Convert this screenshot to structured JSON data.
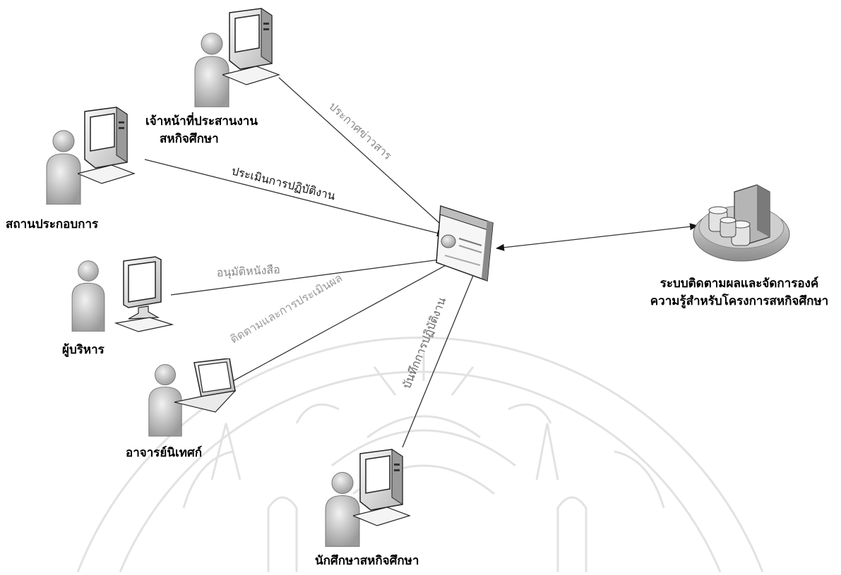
{
  "nodes": {
    "coordinator": {
      "line1": "เจ้าหน้าที่ประสานงาน",
      "line2": "สหกิจศึกษา",
      "icon": "person-desktop-computer-icon"
    },
    "establishment": {
      "label": "สถานประกอบการ",
      "icon": "person-desktop-computer-icon"
    },
    "executive": {
      "label": "ผู้บริหาร",
      "icon": "person-monitor-icon"
    },
    "supervisor": {
      "label": "อาจารย์นิเทศก์",
      "icon": "person-laptop-icon"
    },
    "student": {
      "label": "นักศึกษาสหกิจศึกษา",
      "icon": "person-desktop-computer-icon"
    },
    "system": {
      "line1": "ระบบติดตามผลและจัดการองค์",
      "line2": "ความรู้สำหรับโครงการสหกิจศึกษา",
      "icon": "database-server-icon"
    },
    "web_app": {
      "icon": "web-page-icon"
    }
  },
  "edges": {
    "announce": "ประกาศข่าวสาร",
    "evaluate": "ประเมินการปฏิบัติงาน",
    "approve": "อนุมัติหนังสือ",
    "monitor": "ติดตามและการประเมินผล",
    "record": "บันทึกการปฏิบัติงาน"
  },
  "colors": {
    "line": "#333333",
    "edge_label_dark": "#444444",
    "edge_label_light": "#a0a0a0",
    "person": "#c8c8c8",
    "computer": "#e8e8e8",
    "watermark": "#cfcfcf"
  }
}
